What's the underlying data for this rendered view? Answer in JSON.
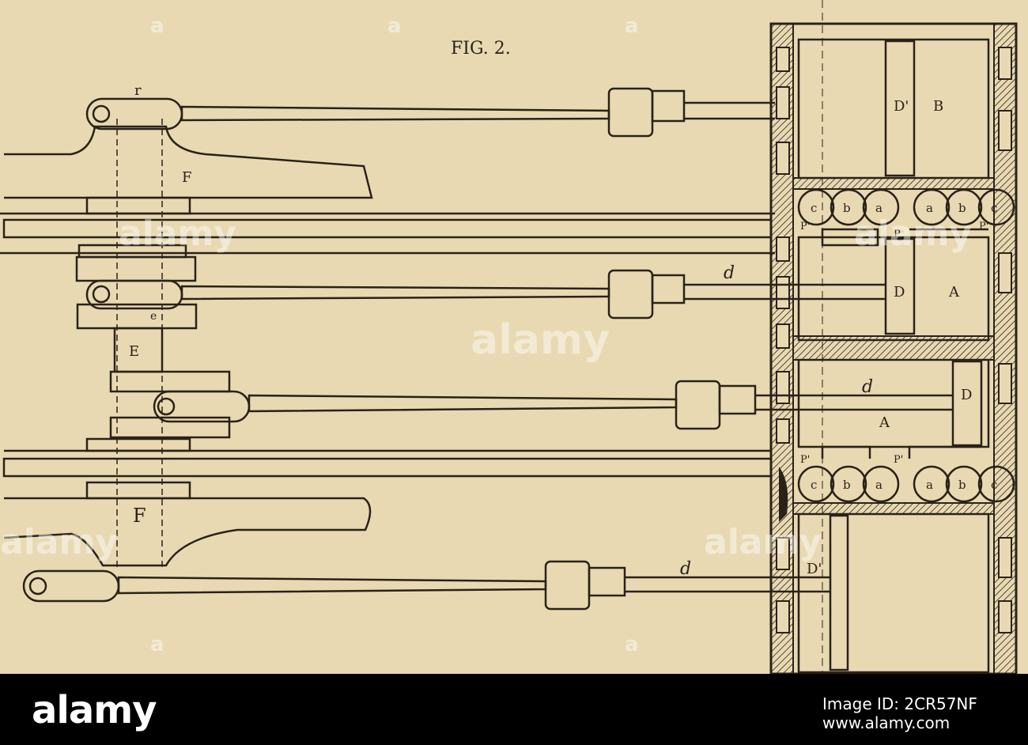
{
  "figure": {
    "title": "FIG. 2.",
    "labels": {
      "F_top": "F",
      "F_bottom": "F",
      "E": "E",
      "e": "e",
      "d1": "d",
      "d2": "d",
      "d3": "d",
      "D1": "D'",
      "D2": "D",
      "D3": "D",
      "D4": "D'",
      "B": "B",
      "A1": "A",
      "A2": "A",
      "c1": "c",
      "b1": "b",
      "a1": "a",
      "a2": "a",
      "b2": "b",
      "c2": "c",
      "c3": "c",
      "b3": "b",
      "a3": "a",
      "a4": "a",
      "b4": "b",
      "c4": "c",
      "P1": "P",
      "P2": "P'",
      "P3": "P'",
      "P4": "P'",
      "P5": "P'",
      "r": "r"
    }
  },
  "watermark": {
    "text": "alamy",
    "mark": "a"
  },
  "footer": {
    "logo": "alamy",
    "image_id": "Image ID: 2CR57NF",
    "url": "www.alamy.com"
  },
  "colors": {
    "paper": "#e9d9b3",
    "ink": "#2a2218",
    "footer": "#000000"
  }
}
